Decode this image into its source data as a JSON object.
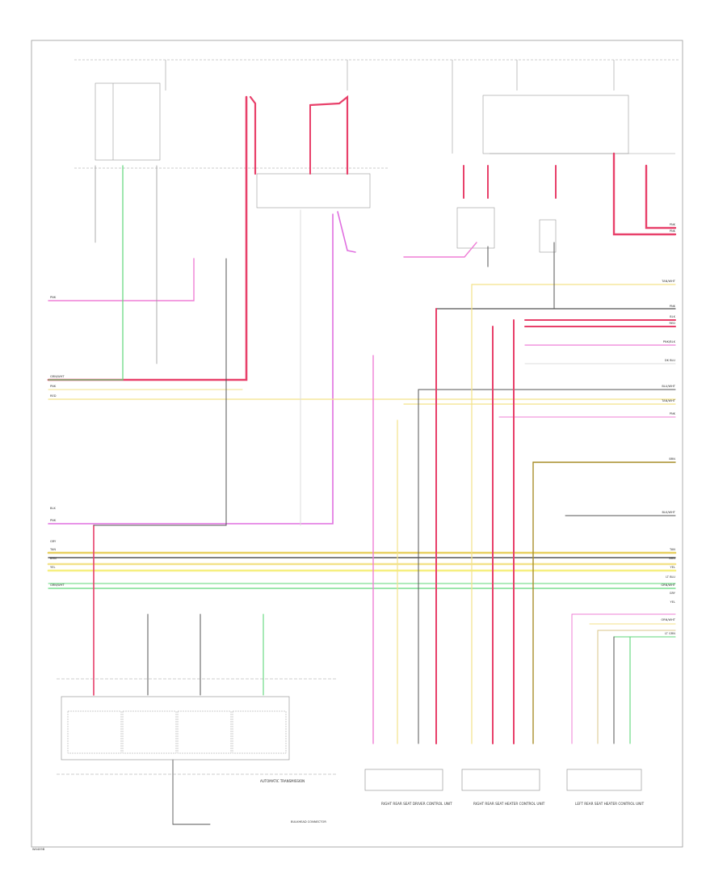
{
  "colors": {
    "red": "#e8406a",
    "pink": "#ef7fd6",
    "magenta": "#e070e0",
    "green": "#5fd77a",
    "yellow": "#f3e28a",
    "tan": "#d8c48a",
    "black": "#555555",
    "gray": "#9a9a9a",
    "orange": "#f0a070",
    "olive": "#a88e2a"
  },
  "boxes": {
    "left_module_label": "AUTOMATIC TRANSMISSION",
    "bottom_connector": "BULKHEAD CONNECTOR",
    "footer_code": "W4409B"
  },
  "bottom_modules": [
    {
      "label": "RIGHT REAR SEAT DRIVER CONTROL UNIT"
    },
    {
      "label": "RIGHT REAR SEAT HEATER CONTROL UNIT"
    },
    {
      "label": "LEFT REAR SEAT HEATER CONTROL UNIT"
    }
  ],
  "wire_labels": {
    "left": [
      "PNK",
      "GRN/WHT",
      "PNK",
      "RED",
      "BLK",
      "PNK",
      "GRY",
      "TAN",
      "BRN",
      "YEL",
      "GRN/WHT"
    ],
    "right": [
      "PNK",
      "PNK",
      "TAN/WHT",
      "PNK",
      "BLK",
      "RED",
      "PNK/BLK",
      "DK BLU",
      "BLU/WHT",
      "TAN/WHT",
      "PNK",
      "BRN",
      "BLK/WHT",
      "TAN",
      "BRN",
      "YEL",
      "LT BLU",
      "GRN/WHT",
      "GRY",
      "YEL",
      "ORN/WHT",
      "LT GRN"
    ]
  }
}
